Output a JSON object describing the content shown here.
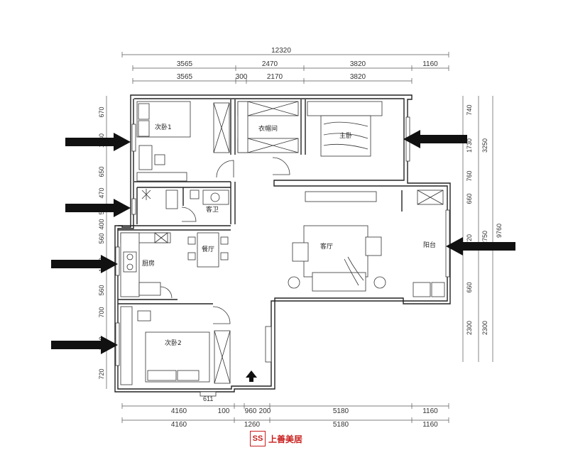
{
  "dimensions": {
    "total_top": "12320",
    "top_row1": [
      "3565",
      "2470",
      "3820",
      "1160"
    ],
    "top_row2": [
      "3565",
      "300",
      "2170",
      "3820"
    ],
    "bottom_row1": [
      "4160",
      "100",
      "960",
      "200",
      "5180",
      "1160"
    ],
    "bottom_row2": [
      "4160",
      "1260",
      "5180",
      "1160"
    ],
    "left_col": [
      "670",
      "1230",
      "650",
      "470",
      "560",
      "400",
      "560",
      "1030",
      "560",
      "700",
      "1130",
      "720"
    ],
    "right_col1": [
      "740",
      "1730",
      "760",
      "660",
      "1720",
      "660",
      "2300"
    ],
    "right_col2": [
      "3250",
      "2750"
    ],
    "right_total": "9760",
    "door_width": "611"
  },
  "rooms": {
    "bedroom1": "次卧1",
    "cloakroom": "衣帽间",
    "master": "主卧",
    "guest_bath": "客卫",
    "dining": "餐厅",
    "living": "客厅",
    "balcony": "阳台",
    "kitchen": "厨房",
    "bedroom2": "次卧2"
  },
  "logo": {
    "mark": "SS",
    "name": "上善美居",
    "color": "#c8201e"
  },
  "icons": [
    "arrow-right-icon",
    "arrow-left-icon",
    "entrance-arrow-icon"
  ]
}
